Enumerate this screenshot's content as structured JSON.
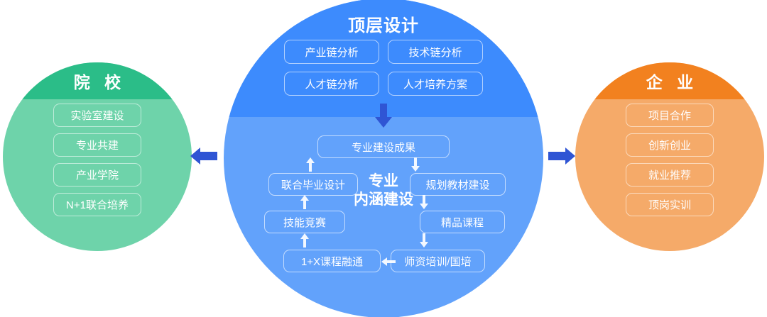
{
  "colors": {
    "center_top": "#3d8bfd",
    "center_bottom": "#62a2fb",
    "green_header": "#2bbd88",
    "green_body": "#6ed3aa",
    "orange_header": "#f2811f",
    "orange_body": "#f5aa69",
    "arrow_blue": "#2f55d4",
    "text_white": "#ffffff"
  },
  "center": {
    "title": "顶层设计",
    "subtitle_line1": "专业",
    "subtitle_line2": "内涵建设",
    "top_items": [
      {
        "label": "产业链分析"
      },
      {
        "label": "技术链分析"
      },
      {
        "label": "人才链分析"
      },
      {
        "label": "人才培养方案"
      }
    ],
    "flow": {
      "result": "专业建设成果",
      "left_1": "联合毕业设计",
      "left_2": "技能竞赛",
      "left_3": "1+X课程融通",
      "right_1": "规划教材建设",
      "right_2": "精品课程",
      "right_3": "师资培训/国培"
    },
    "arrows": {
      "main_down": "down-arrow",
      "left_up_1": "up-arrow",
      "left_up_2": "up-arrow",
      "left_up_3": "up-arrow",
      "right_down_1": "down-arrow",
      "right_down_2": "down-arrow",
      "right_down_3": "down-arrow",
      "bottom_left": "left-arrow"
    }
  },
  "left_circle": {
    "title": "院  校",
    "items": [
      {
        "label": "实验室建设"
      },
      {
        "label": "专业共建"
      },
      {
        "label": "产业学院"
      },
      {
        "label": "N+1联合培养"
      }
    ]
  },
  "right_circle": {
    "title": "企  业",
    "items": [
      {
        "label": "项目合作"
      },
      {
        "label": "创新创业"
      },
      {
        "label": "就业推荐"
      },
      {
        "label": "顶岗实训"
      }
    ]
  },
  "connectors": {
    "left": "left-arrow",
    "right": "right-arrow"
  }
}
